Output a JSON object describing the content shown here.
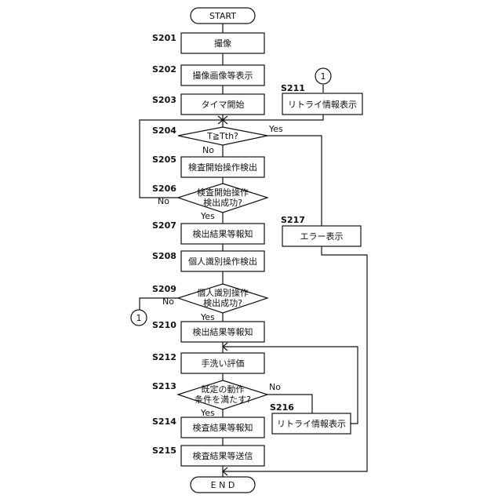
{
  "flowchart": {
    "start": "START",
    "end": "E N D",
    "connector": "1",
    "steps": {
      "s201": {
        "id": "S201",
        "text": "撮像"
      },
      "s202": {
        "id": "S202",
        "text": "撮像画像等表示"
      },
      "s203": {
        "id": "S203",
        "text": "タイマ開始"
      },
      "s204": {
        "id": "S204",
        "text": "T≧Tth?"
      },
      "s205": {
        "id": "S205",
        "text": "検査開始操作検出"
      },
      "s206": {
        "id": "S206",
        "text1": "検査開始操作",
        "text2": "検出成功?"
      },
      "s207": {
        "id": "S207",
        "text": "検出結果等報知"
      },
      "s208": {
        "id": "S208",
        "text": "個人識別操作検出"
      },
      "s209": {
        "id": "S209",
        "text1": "個人識別操作",
        "text2": "検出成功?"
      },
      "s210": {
        "id": "S210",
        "text": "検出結果等報知"
      },
      "s211": {
        "id": "S211",
        "text": "リトライ情報表示"
      },
      "s212": {
        "id": "S212",
        "text": "手洗い評価"
      },
      "s213": {
        "id": "S213",
        "text1": "既定の動作",
        "text2": "条件を満たす?"
      },
      "s214": {
        "id": "S214",
        "text": "検査結果等報知"
      },
      "s215": {
        "id": "S215",
        "text": "検査結果等送信"
      },
      "s216": {
        "id": "S216",
        "text": "リトライ情報表示"
      },
      "s217": {
        "id": "S217",
        "text": "エラー表示"
      }
    },
    "yes": "Yes",
    "no": "No"
  }
}
